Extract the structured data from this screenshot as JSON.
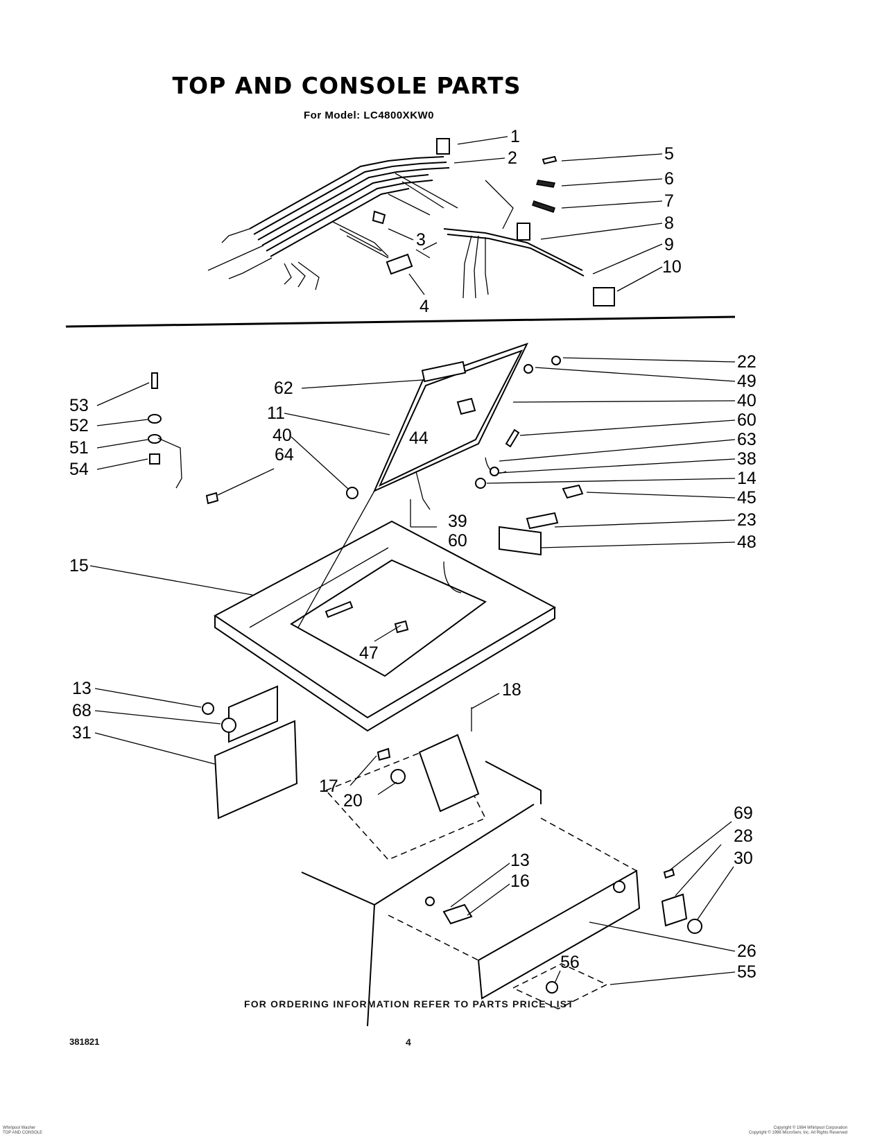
{
  "header": {
    "title": "TOP AND CONSOLE PARTS",
    "model_line": "For Model: LC4800XKW0"
  },
  "callouts": [
    {
      "key": "c1",
      "number": "1"
    },
    {
      "key": "c2",
      "number": "2"
    },
    {
      "key": "c3",
      "number": "3"
    },
    {
      "key": "c4",
      "number": "4"
    },
    {
      "key": "c5",
      "number": "5"
    },
    {
      "key": "c6",
      "number": "6"
    },
    {
      "key": "c7",
      "number": "7"
    },
    {
      "key": "c8",
      "number": "8"
    },
    {
      "key": "c9",
      "number": "9"
    },
    {
      "key": "c10",
      "number": "10"
    },
    {
      "key": "c22",
      "number": "22"
    },
    {
      "key": "c49",
      "number": "49"
    },
    {
      "key": "c40a",
      "number": "40"
    },
    {
      "key": "c60a",
      "number": "60"
    },
    {
      "key": "c63",
      "number": "63"
    },
    {
      "key": "c38",
      "number": "38"
    },
    {
      "key": "c14",
      "number": "14"
    },
    {
      "key": "c45",
      "number": "45"
    },
    {
      "key": "c23",
      "number": "23"
    },
    {
      "key": "c48",
      "number": "48"
    },
    {
      "key": "c62",
      "number": "62"
    },
    {
      "key": "c11",
      "number": "11"
    },
    {
      "key": "c40b",
      "number": "40"
    },
    {
      "key": "c44",
      "number": "44"
    },
    {
      "key": "c64",
      "number": "64"
    },
    {
      "key": "c53",
      "number": "53"
    },
    {
      "key": "c52",
      "number": "52"
    },
    {
      "key": "c51",
      "number": "51"
    },
    {
      "key": "c54",
      "number": "54"
    },
    {
      "key": "c39",
      "number": "39"
    },
    {
      "key": "c60b",
      "number": "60"
    },
    {
      "key": "c15",
      "number": "15"
    },
    {
      "key": "c47",
      "number": "47"
    },
    {
      "key": "c13a",
      "number": "13"
    },
    {
      "key": "c68",
      "number": "68"
    },
    {
      "key": "c31",
      "number": "31"
    },
    {
      "key": "c18",
      "number": "18"
    },
    {
      "key": "c17",
      "number": "17"
    },
    {
      "key": "c20",
      "number": "20"
    },
    {
      "key": "c69",
      "number": "69"
    },
    {
      "key": "c28",
      "number": "28"
    },
    {
      "key": "c30",
      "number": "30"
    },
    {
      "key": "c13b",
      "number": "13"
    },
    {
      "key": "c16",
      "number": "16"
    },
    {
      "key": "c26",
      "number": "26"
    },
    {
      "key": "c56",
      "number": "56"
    },
    {
      "key": "c55",
      "number": "55"
    }
  ],
  "footer": {
    "ordering_note": "FOR ORDERING INFORMATION REFER TO PARTS PRICE LIST",
    "doc_number": "381821",
    "page_number": "4",
    "tiny_left_1": "Whirlpool Washer",
    "tiny_left_2": "TOP AND CONSOLE",
    "tiny_right_1": "Copyright © 1984 Whirlpool Corporation",
    "tiny_right_2": "Copyright © 1996 MicroServ, Inc. All Rights Reserved"
  }
}
